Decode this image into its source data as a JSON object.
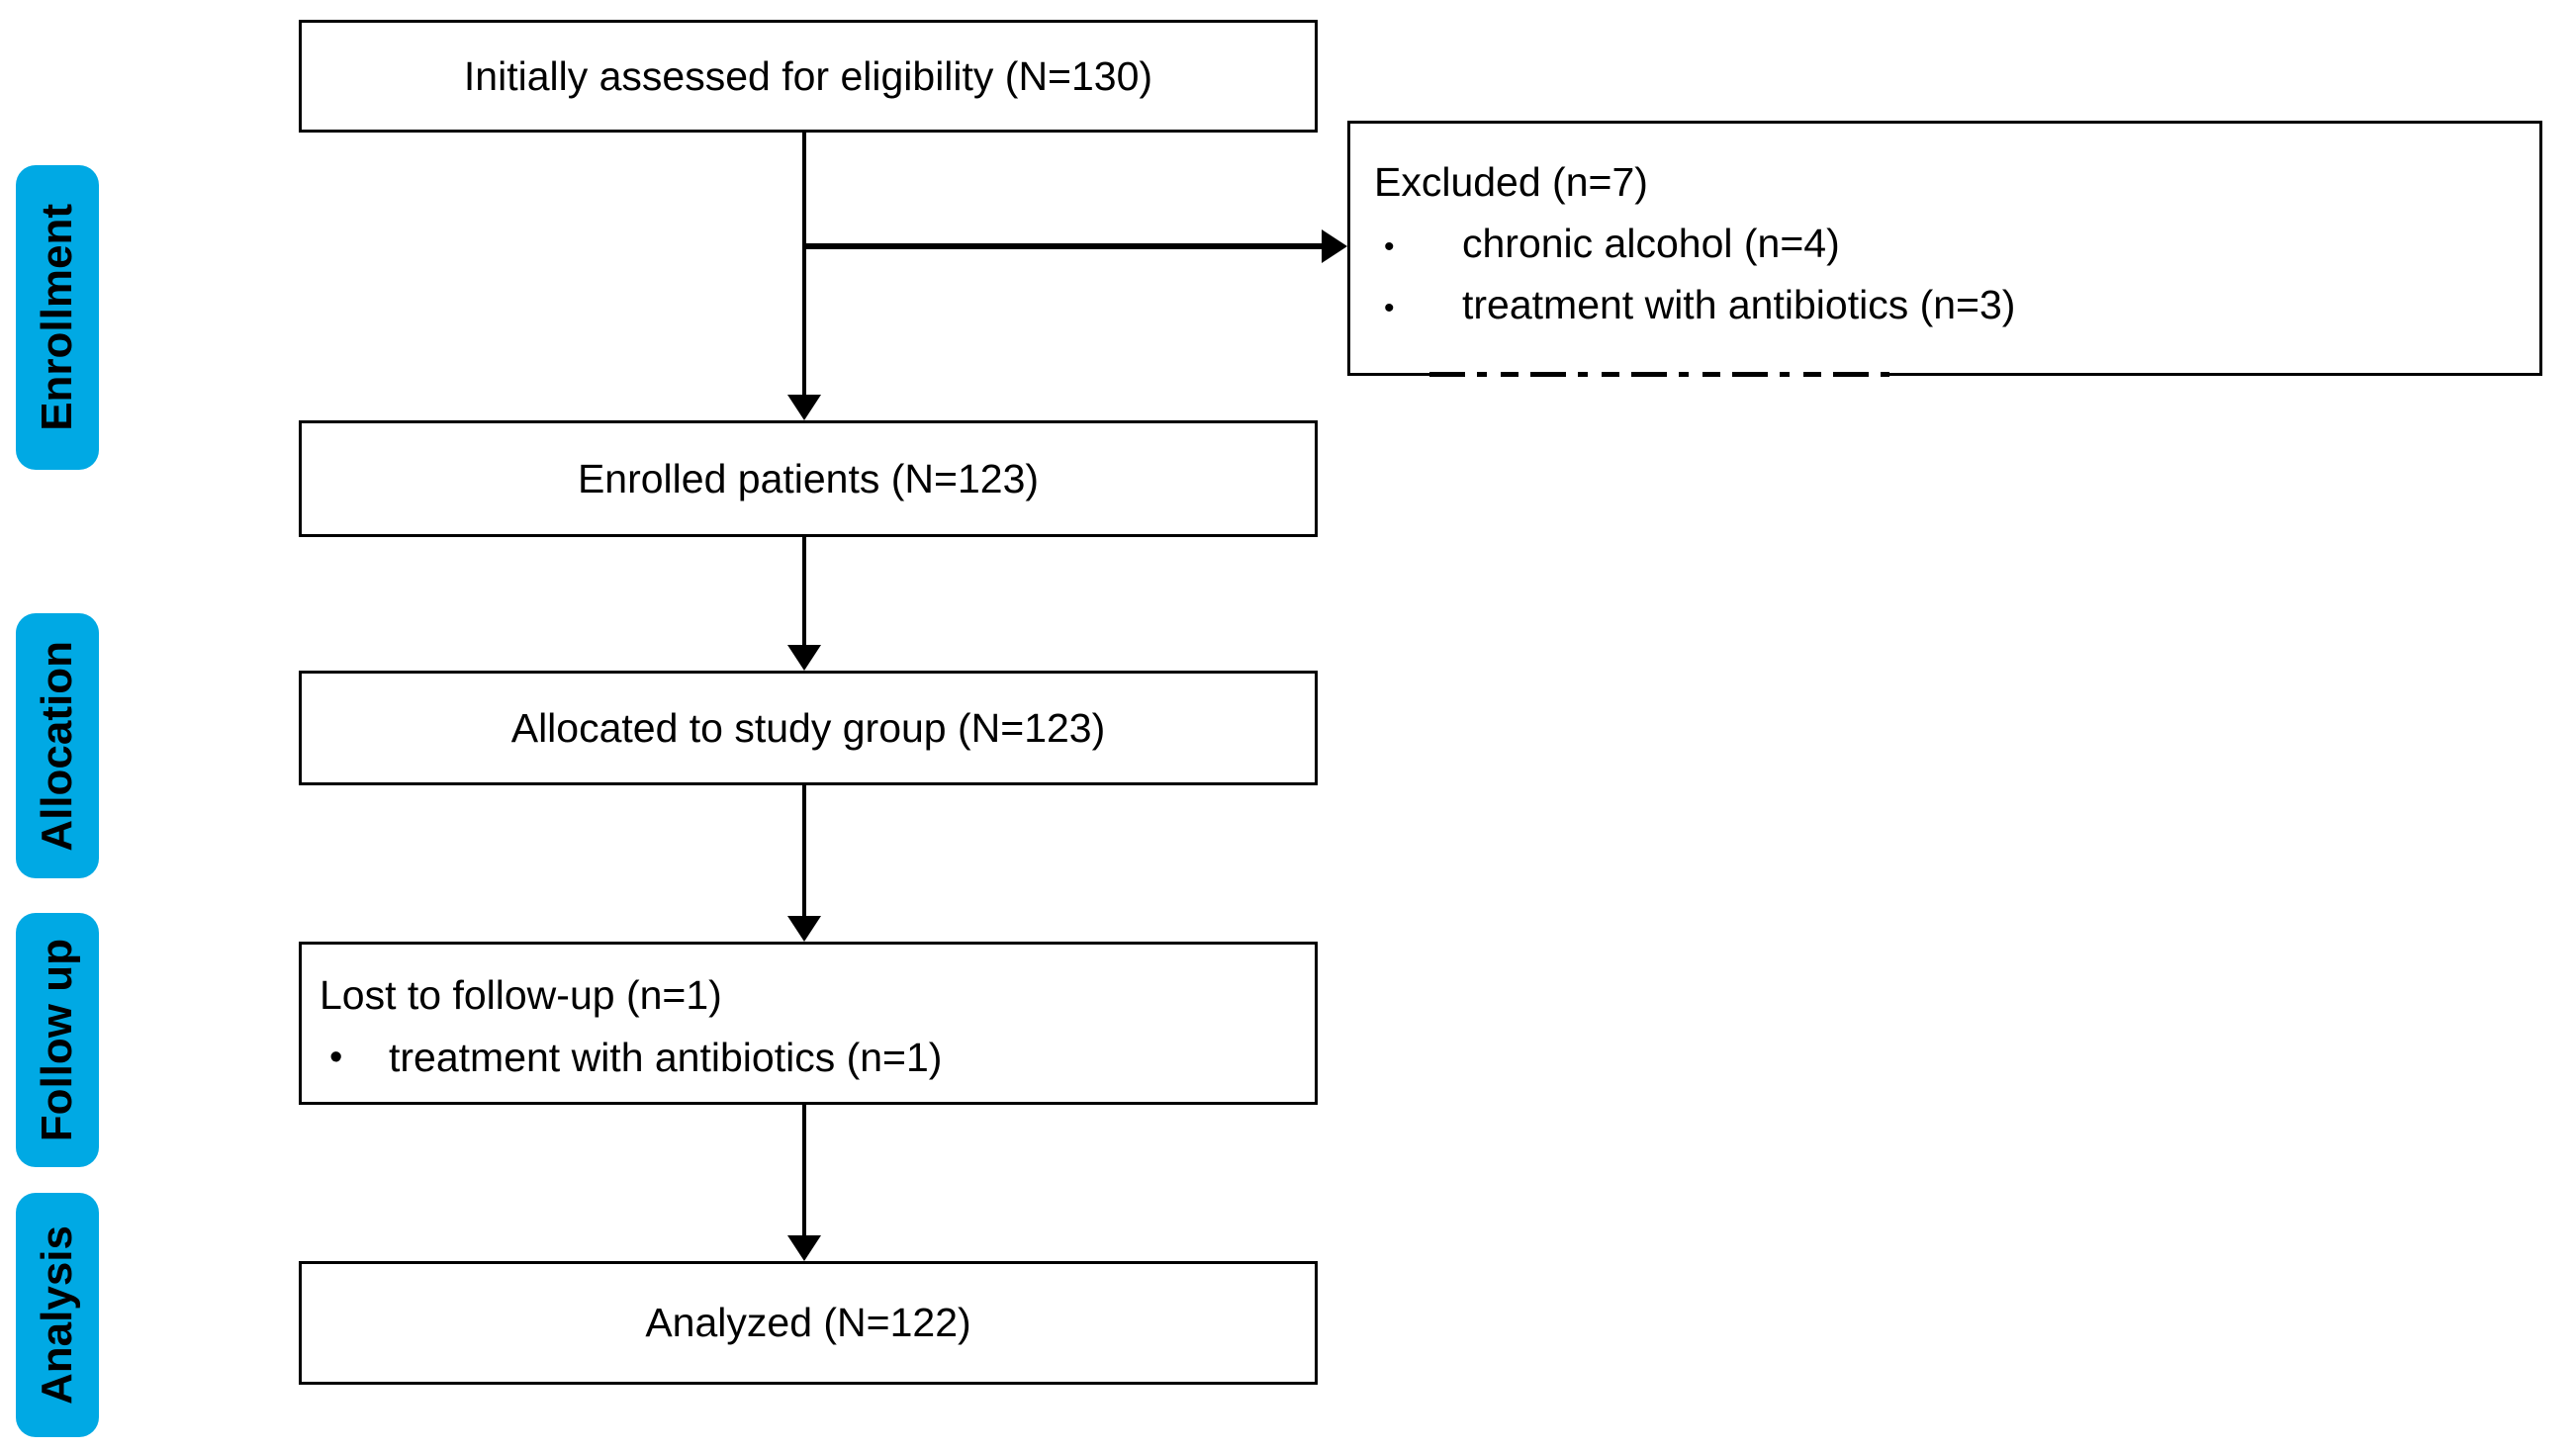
{
  "stages": [
    {
      "id": "enrollment",
      "label": "Enrollment"
    },
    {
      "id": "allocation",
      "label": "Allocation"
    },
    {
      "id": "followup",
      "label": "Follow up"
    },
    {
      "id": "analysis",
      "label": "Analysis"
    }
  ],
  "boxes": {
    "assessed": {
      "text": "Initially assessed for eligibility (N=130)"
    },
    "excluded": {
      "title": "Excluded (n=7)",
      "bullet_glyph": "•",
      "items": [
        "chronic alcohol (n=4)",
        "treatment with antibiotics (n=3)"
      ]
    },
    "enrolled": {
      "text": "Enrolled patients (N=123)"
    },
    "allocated": {
      "text": "Allocated to study group (N=123)"
    },
    "lost": {
      "title": "Lost to follow-up (n=1)",
      "bullet_glyph": "•",
      "items": [
        "treatment with antibiotics (n=1)"
      ]
    },
    "analyzed": {
      "text": "Analyzed (N=122)"
    }
  },
  "colors": {
    "stage_fill": "#00A9E4",
    "stage_text": "#000000",
    "box_border": "#000000",
    "line": "#000000",
    "background": "#FFFFFF"
  }
}
